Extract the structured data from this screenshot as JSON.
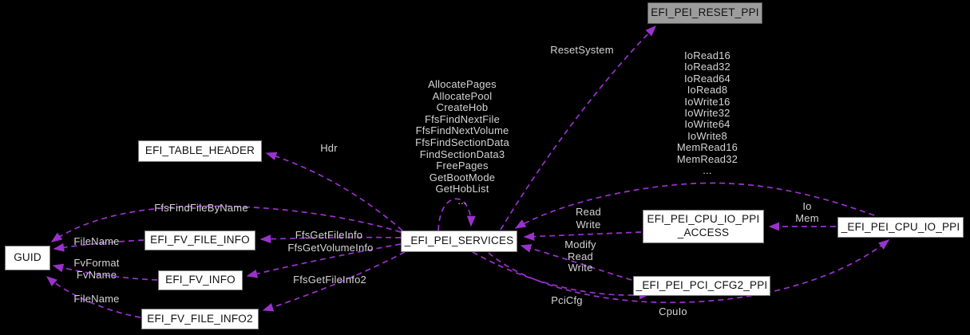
{
  "colors": {
    "background": "#000000",
    "edge_color": "#9a32cd",
    "label_color": "#d4d4d4",
    "node_fill": "#ffffff",
    "node_border": "#7d7d7d",
    "node_text": "#111111",
    "highlight_fill": "#9c9c9c",
    "highlight_border": "#545454"
  },
  "nodes": [
    {
      "label": "EFI_TABLE_HEADER"
    },
    {
      "label": "EFI_PEI_RESET_PPI",
      "highlighted": true
    },
    {
      "label": "GUID"
    },
    {
      "label": "EFI_FV_FILE_INFO"
    },
    {
      "label": "EFI_FV_INFO"
    },
    {
      "label": "EFI_FV_FILE_INFO2"
    },
    {
      "label": "_EFI_PEI_SERVICES"
    },
    {
      "label_lines": [
        "EFI_PEI_CPU_IO_PPI",
        "_ACCESS"
      ]
    },
    {
      "label": "_EFI_PEI_CPU_IO_PPI"
    },
    {
      "label": "_EFI_PEI_PCI_CFG2_PPI"
    }
  ],
  "edges": [
    {
      "from": "_EFI_PEI_SERVICES",
      "to": "EFI_TABLE_HEADER",
      "label": "Hdr"
    },
    {
      "from": "_EFI_PEI_SERVICES",
      "to": "EFI_PEI_RESET_PPI",
      "label": "ResetSystem"
    },
    {
      "from": "_EFI_PEI_SERVICES",
      "to": "_EFI_PEI_SERVICES",
      "label": [
        "AllocatePages",
        "AllocatePool",
        "CreateHob",
        "FfsFindNextFile",
        "FfsFindNextVolume",
        "FfsFindSectionData",
        "FindSectionData3",
        "FreePages",
        "GetBootMode",
        "GetHobList",
        "..."
      ]
    },
    {
      "from": "_EFI_PEI_CPU_IO_PPI",
      "to": "_EFI_PEI_SERVICES",
      "label": [
        "IoRead16",
        "IoRead32",
        "IoRead64",
        "IoRead8",
        "IoWrite16",
        "IoWrite32",
        "IoWrite64",
        "IoWrite8",
        "MemRead16",
        "MemRead32",
        "..."
      ]
    },
    {
      "from": "EFI_PEI_CPU_IO_PPI_ACCESS",
      "to": "_EFI_PEI_SERVICES",
      "label": [
        "Read",
        "Write"
      ]
    },
    {
      "from": "_EFI_PEI_PCI_CFG2_PPI",
      "to": "_EFI_PEI_SERVICES",
      "label": [
        "Modify",
        "Read",
        "Write"
      ]
    },
    {
      "from": "_EFI_PEI_CPU_IO_PPI",
      "to": "EFI_PEI_CPU_IO_PPI_ACCESS",
      "label": [
        "Io",
        "Mem"
      ]
    },
    {
      "from": "_EFI_PEI_SERVICES",
      "to": "_EFI_PEI_PCI_CFG2_PPI",
      "label": "PciCfg"
    },
    {
      "from": "_EFI_PEI_SERVICES",
      "to": "_EFI_PEI_CPU_IO_PPI",
      "label": "CpuIo"
    },
    {
      "from": "_EFI_PEI_SERVICES",
      "to": "GUID",
      "label": "FfsFindFileByName"
    },
    {
      "from": "_EFI_PEI_SERVICES",
      "to": "EFI_FV_FILE_INFO",
      "label": "FfsGetFileInfo"
    },
    {
      "from": "_EFI_PEI_SERVICES",
      "to": "EFI_FV_INFO",
      "label": "FfsGetVolumeInfo"
    },
    {
      "from": "_EFI_PEI_SERVICES",
      "to": "EFI_FV_FILE_INFO2",
      "label": "FfsGetFileInfo2"
    },
    {
      "from": "EFI_FV_FILE_INFO",
      "to": "GUID",
      "label": "FileName"
    },
    {
      "from": "EFI_FV_INFO",
      "to": "GUID",
      "label": [
        "FvFormat",
        "FvName"
      ]
    },
    {
      "from": "EFI_FV_FILE_INFO2",
      "to": "GUID",
      "label": "FileName"
    }
  ]
}
